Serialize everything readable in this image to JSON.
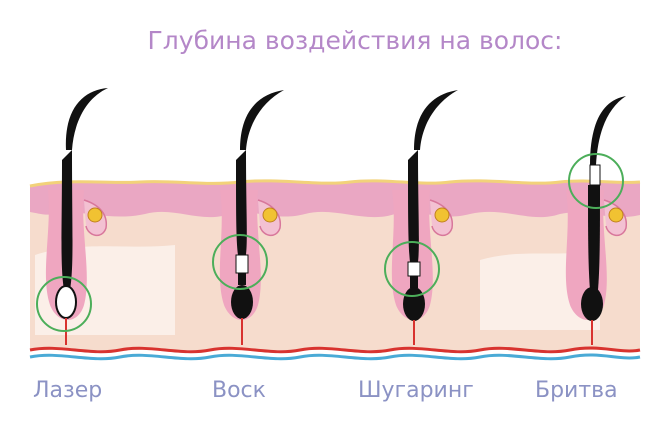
{
  "title": "Глубина воздействия на волос:",
  "methods": [
    {
      "label": "Лазер",
      "cut_level": "root"
    },
    {
      "label": "Воск",
      "cut_level": "lower shaft"
    },
    {
      "label": "Шугаринг",
      "cut_level": "lower shaft"
    },
    {
      "label": "Бритва",
      "cut_level": "skin surface"
    }
  ],
  "colors": {
    "title": "#b487c8",
    "labels": "#8b92c4",
    "skin_top": "#eaa7c3",
    "dermis": "#f6dccd",
    "hair": "#111111",
    "highlight_circle": "#4cae5a",
    "artery": "#d8332f",
    "vein": "#4aaad6"
  }
}
